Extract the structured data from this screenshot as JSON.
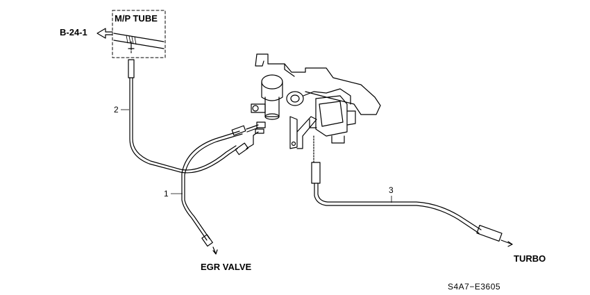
{
  "labels": {
    "mp_tube": "M/P TUBE",
    "ref_link": "B-24-1",
    "egr_valve": "EGR VALVE",
    "turbo": "TURBO",
    "diagram_code": "S4A7−E3605"
  },
  "callouts": {
    "part_1": "1",
    "part_2": "2",
    "part_3": "3"
  }
}
